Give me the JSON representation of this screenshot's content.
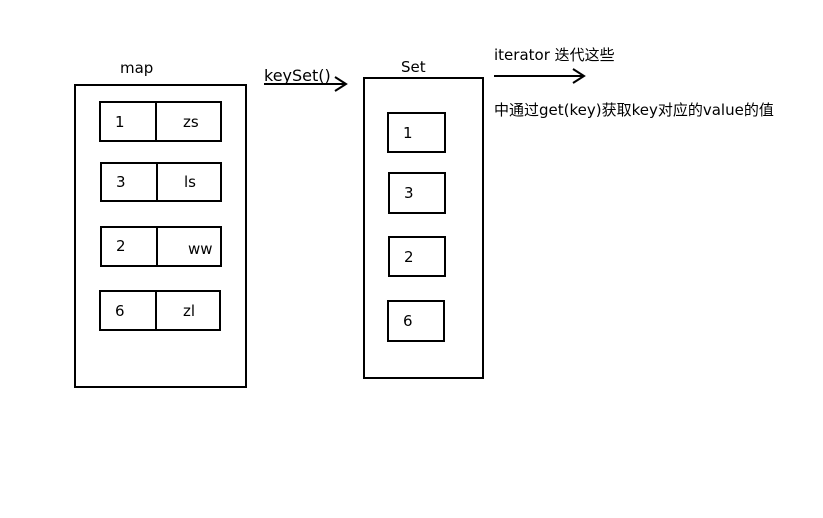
{
  "map": {
    "title": "map",
    "entries": [
      {
        "key": "1",
        "value": "zs"
      },
      {
        "key": "3",
        "value": "ls"
      },
      {
        "key": "2",
        "value": "ww"
      },
      {
        "key": "6",
        "value": "zl"
      }
    ]
  },
  "keyset_label": "keySet()",
  "set": {
    "title": "Set",
    "items": [
      "1",
      "3",
      "2",
      "6"
    ]
  },
  "iterator_label": "iterator 迭代这些",
  "note": "中通过get(key)获取key对应的value的值"
}
